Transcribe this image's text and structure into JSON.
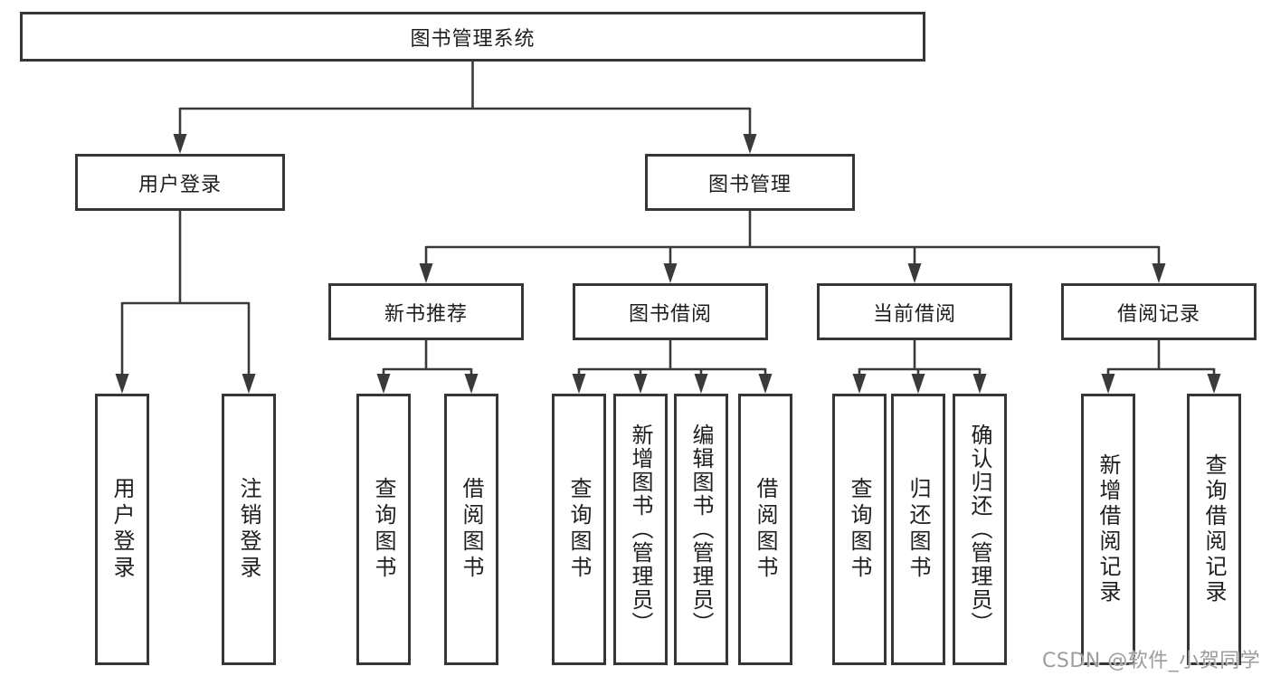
{
  "tree": {
    "label": "图书管理系统",
    "children": [
      {
        "label": "用户登录",
        "children": [
          {
            "label": "用户登录"
          },
          {
            "label": "注销登录"
          }
        ]
      },
      {
        "label": "图书管理",
        "children": [
          {
            "label": "新书推荐",
            "children": [
              {
                "label": "查询图书"
              },
              {
                "label": "借阅图书"
              }
            ]
          },
          {
            "label": "图书借阅",
            "children": [
              {
                "label": "查询图书"
              },
              {
                "label": "新增图书（管理员）"
              },
              {
                "label": "编辑图书（管理员）"
              },
              {
                "label": "借阅图书"
              }
            ]
          },
          {
            "label": "当前借阅",
            "children": [
              {
                "label": "查询图书"
              },
              {
                "label": "归还图书"
              },
              {
                "label": "确认归还（管理员）"
              }
            ]
          },
          {
            "label": "借阅记录",
            "children": [
              {
                "label": "新增借阅记录"
              },
              {
                "label": "查询借阅记录"
              }
            ]
          }
        ]
      }
    ]
  },
  "watermark": "CSDN @软件_小贺同学",
  "colors": {
    "line": "#3a3a3a",
    "box_border": "#363636",
    "text": "#1e1e1e",
    "watermark_text": "#9c9c9c",
    "background": "#ffffff"
  }
}
